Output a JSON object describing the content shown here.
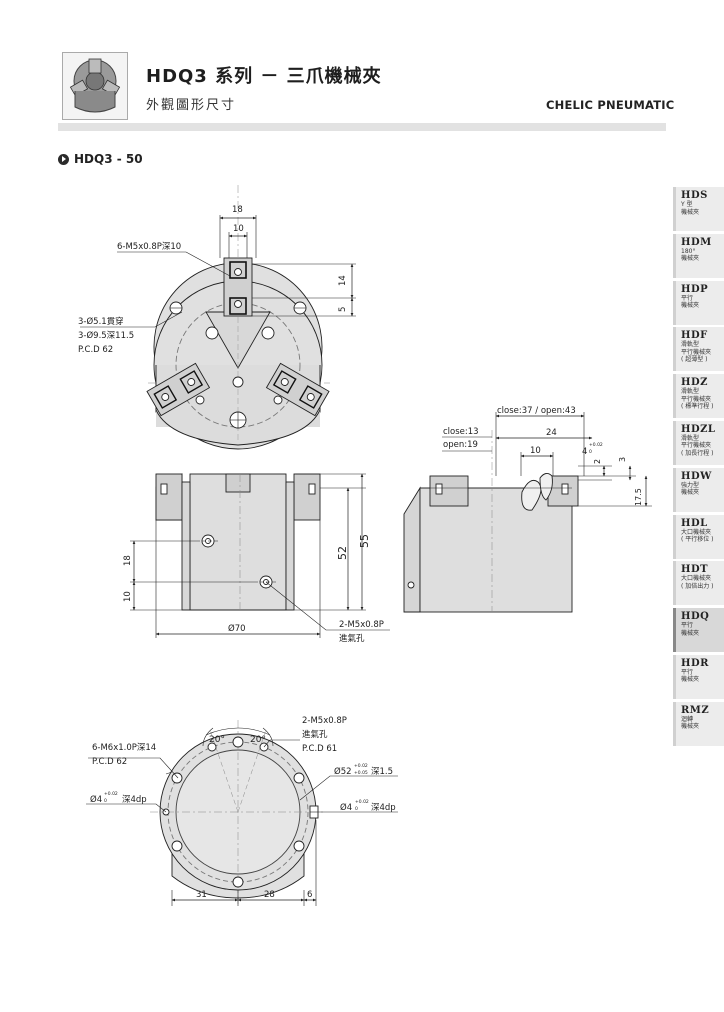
{
  "header": {
    "title": "HDQ3 系列 － 三爪機械夾",
    "subtitle": "外觀圖形尺寸",
    "brand": "CHELIC PNEUMATIC"
  },
  "section": {
    "label": "HDQ3 - 50"
  },
  "sidebar": [
    {
      "code": "HDS",
      "lines": [
        "Y 型",
        "機械夾"
      ],
      "active": false
    },
    {
      "code": "HDM",
      "lines": [
        "180°",
        "機械夾"
      ],
      "active": false
    },
    {
      "code": "HDP",
      "lines": [
        "平行",
        "機械夾"
      ],
      "active": false
    },
    {
      "code": "HDF",
      "lines": [
        "滑軌型",
        "平行機械夾",
        "( 超薄型 )"
      ],
      "active": false
    },
    {
      "code": "HDZ",
      "lines": [
        "滑軌型",
        "平行機械夾",
        "( 標準行程 )"
      ],
      "active": false
    },
    {
      "code": "HDZL",
      "lines": [
        "滑軌型",
        "平行機械夾",
        "( 加長行程 )"
      ],
      "active": false
    },
    {
      "code": "HDW",
      "lines": [
        "強力型",
        "機械夾"
      ],
      "active": false
    },
    {
      "code": "HDL",
      "lines": [
        "大口機械夾",
        "( 平行移位 )"
      ],
      "active": false
    },
    {
      "code": "HDT",
      "lines": [
        "大口機械夾",
        "( 加倍出力 )"
      ],
      "active": false
    },
    {
      "code": "HDQ",
      "lines": [
        "平行",
        "機械夾"
      ],
      "active": true
    },
    {
      "code": "HDR",
      "lines": [
        "平行",
        "機械夾"
      ],
      "active": false
    },
    {
      "code": "RMZ",
      "lines": [
        "迴轉",
        "機械夾"
      ],
      "active": false
    }
  ],
  "top_view": {
    "dim_18": "18",
    "dim_10": "10",
    "dim_14": "14",
    "dim_5": "5",
    "callout_screw": "6-M5x0.8P深10",
    "callout_hole_1": "3-Ø5.1貫穿",
    "callout_hole_2": "3-Ø9.5深11.5",
    "callout_hole_3": "P.C.D 62"
  },
  "front_view": {
    "dim_52": "52",
    "dim_55": "55",
    "dim_18": "18",
    "dim_10": "10",
    "dim_dia70": "Ø70",
    "callout_port_1": "2-M5x0.8P",
    "callout_port_2": "進氣孔"
  },
  "side_view": {
    "stroke": "close:37 / open:43",
    "close": "close:13",
    "open": "open:19",
    "dim_24": "24",
    "dim_10": "10",
    "dim_4": "4",
    "tol_4_upper": "+0.02",
    "tol_4_lower": "0",
    "dim_2": "2",
    "dim_3": "3",
    "dim_17_5": "17.5"
  },
  "bottom_view": {
    "angle_1": "20°",
    "angle_2": "20°",
    "callout_port_1": "2-M5x0.8P",
    "callout_port_2": "進氣孔",
    "callout_port_3": "P.C.D 61",
    "callout_screw_1": "6-M6x1.0P深14",
    "callout_screw_2": "P.C.D 62",
    "left_pin_dia": "Ø4",
    "left_pin_upper": "+0.02",
    "left_pin_lower": "0",
    "left_pin_depth": "深4dp",
    "bore_dia": "Ø52",
    "bore_upper": "+0.02",
    "bore_lower": "+0.05",
    "bore_depth": "深1.5",
    "right_pin_dia": "Ø4",
    "right_pin_upper": "+0.02",
    "right_pin_lower": "0",
    "right_pin_depth": "深4dp",
    "dim_31": "31",
    "dim_28": "28",
    "dim_6": "6"
  }
}
